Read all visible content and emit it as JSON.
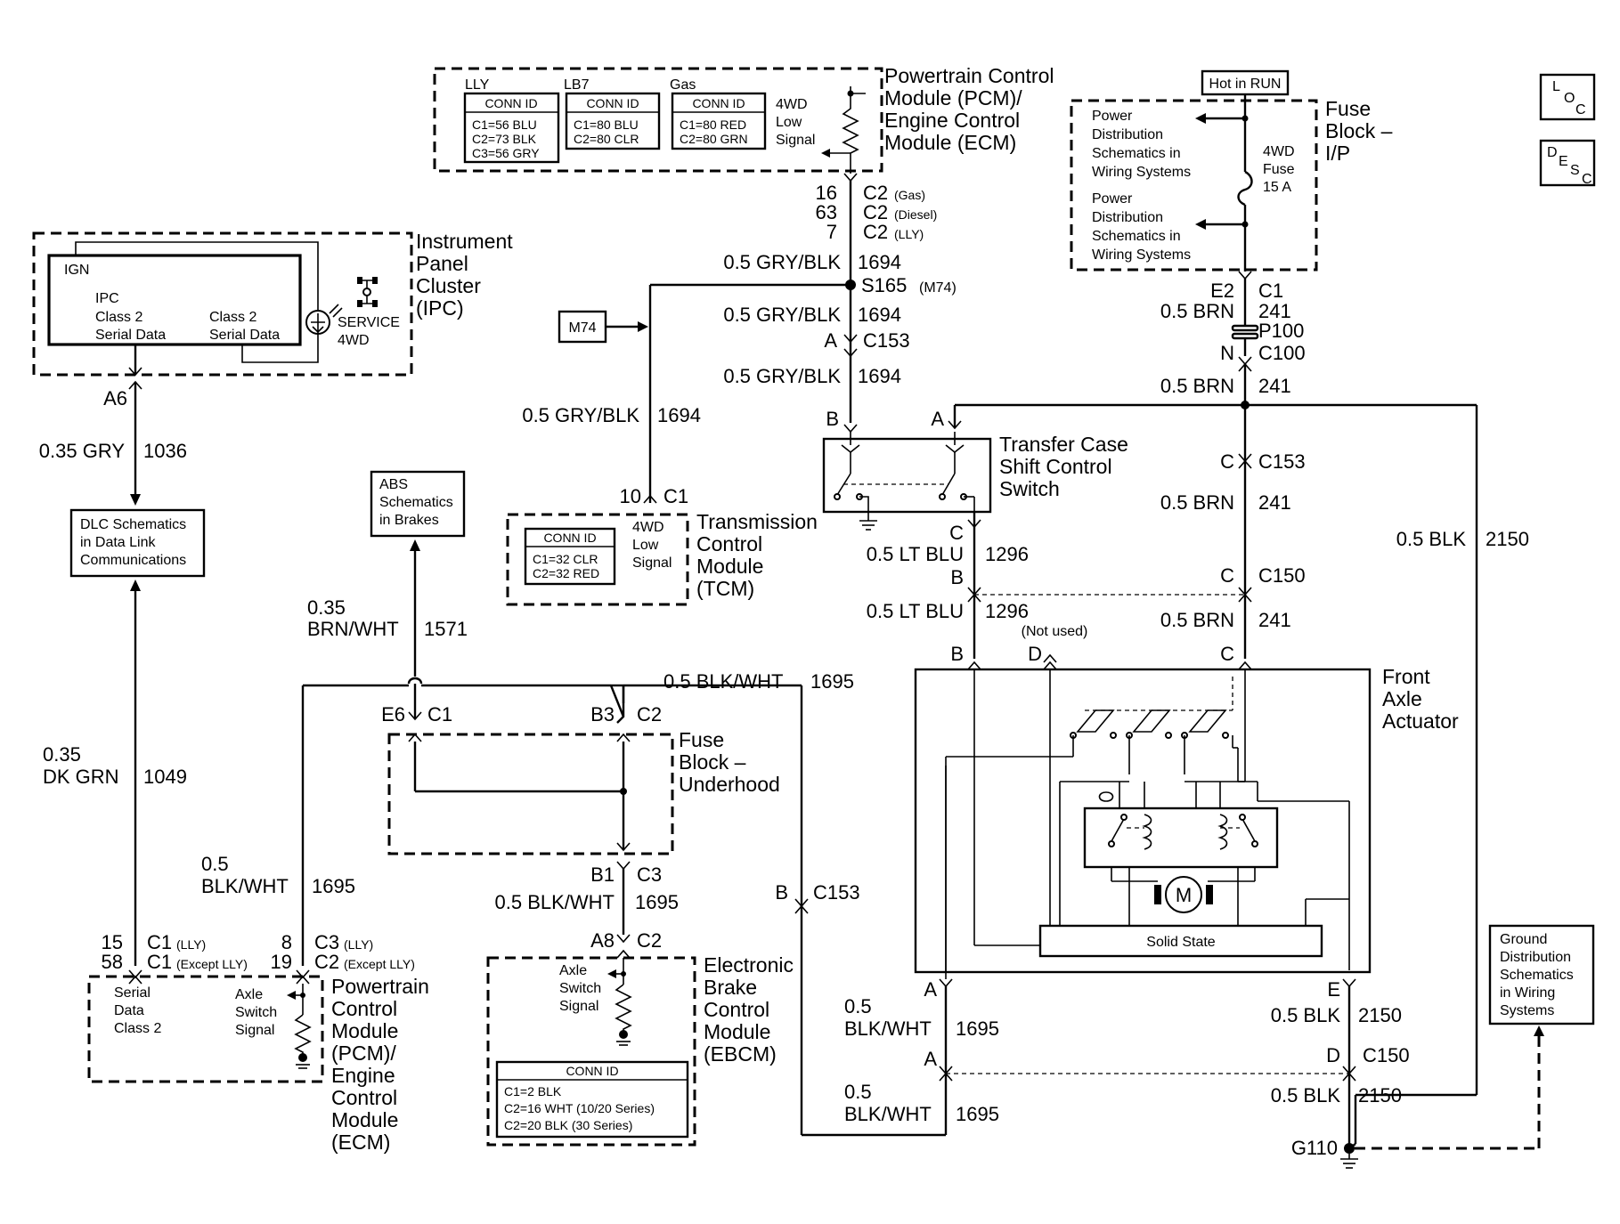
{
  "pcm_top": {
    "title": "Powertrain Control Module (PCM)/ Engine Control Module (ECM)",
    "title_lines": [
      "Powertrain Control",
      "Module (PCM)/",
      "Engine Control",
      "Module (ECM)"
    ],
    "lly_label": "LLY",
    "lb7_label": "LB7",
    "gas_label": "Gas",
    "conn_id": "CONN ID",
    "lly_lines": [
      "C1=56 BLU",
      "C2=73 BLK",
      "C3=56 GRY"
    ],
    "lb7_lines": [
      "C1=80 BLU",
      "C2=80 CLR"
    ],
    "gas_lines": [
      "C1=80 RED",
      "C2=80 GRN"
    ],
    "signal_lines": [
      "4WD",
      "Low",
      "Signal"
    ],
    "pins": [
      "16",
      "63",
      "7"
    ],
    "connectors": [
      {
        "c": "C2",
        "v": "(Gas)"
      },
      {
        "c": "C2",
        "v": "(Diesel)"
      },
      {
        "c": "C2",
        "v": "(LLY)"
      }
    ]
  },
  "fuse_ip": {
    "hot": "Hot in RUN",
    "title_lines": [
      "Fuse",
      "Block –",
      "I/P"
    ],
    "pd1_lines": [
      "Power",
      "Distribution",
      "Schematics in",
      "Wiring Systems"
    ],
    "pd2_lines": [
      "Power",
      "Distribution",
      "Schematics in",
      "Wiring Systems"
    ],
    "fuse_lines": [
      "4WD",
      "Fuse",
      "15 A"
    ]
  },
  "nav": {
    "loc": [
      "L",
      "O",
      "C"
    ],
    "desc": [
      "D",
      "E",
      "S",
      "C"
    ]
  },
  "ipc": {
    "title_lines": [
      "Instrument",
      "Panel",
      "Cluster",
      "(IPC)"
    ],
    "ign": "IGN",
    "left_lines": [
      "IPC",
      "Class 2",
      "Serial Data"
    ],
    "right_lines": [
      "Class 2",
      "Serial Data"
    ],
    "service_lines": [
      "SERVICE",
      "4WD"
    ],
    "pin": "A6"
  },
  "wires": {
    "gry_blk_1": "0.5 GRY/BLK",
    "c1694": "1694",
    "s165": "S165",
    "s165_note": "(M74)",
    "m74": "M74",
    "c153_pin": "A",
    "c153": "C153",
    "tcm_wire": "0.5 GRY/BLK",
    "tcm_circuit": "1694",
    "gry_1036": "0.35 GRY",
    "c1036": "1036",
    "dk_grn": [
      "0.35",
      "DK GRN"
    ],
    "c1049": "1049",
    "brn_wht": [
      "0.35",
      "BRN/WHT"
    ],
    "c1571": "1571",
    "blk_wht_top": "0.5 BLK/WHT",
    "c1695_top": "1695",
    "blk_wht_left": [
      "0.5",
      "BLK/WHT"
    ],
    "c1695_left": "1695",
    "blk_wht_mid": "0.5 BLK/WHT",
    "c1695_mid": "1695",
    "c153_b_pin": "B",
    "c153_b": "C153",
    "lt_blu": "0.5 LT BLU",
    "c1296": "1296",
    "brn": "0.5 BRN",
    "c241": "241",
    "blk": "0.5 BLK",
    "c2150": "2150",
    "blk_wht_right": [
      "0.5",
      "BLK/WHT"
    ],
    "c1695_right": "1695"
  },
  "fuse_ip_conn": {
    "e2": "E2",
    "c1": "C1",
    "p100": "P100",
    "n": "N",
    "c100": "C100"
  },
  "dlc": {
    "lines": [
      "DLC Schematics",
      "in Data Link",
      "Communications"
    ]
  },
  "abs": {
    "lines": [
      "ABS",
      "Schematics",
      "in Brakes"
    ]
  },
  "tcm": {
    "pin": "10",
    "conn": "C1",
    "title_lines": [
      "Transmission",
      "Control",
      "Module",
      "(TCM)"
    ],
    "conn_id": "CONN ID",
    "lines": [
      "C1=32 CLR",
      "C2=32 RED"
    ],
    "signal_lines": [
      "4WD",
      "Low",
      "Signal"
    ]
  },
  "tcs": {
    "title_lines": [
      "Transfer Case",
      "Shift Control",
      "Switch"
    ],
    "pin_b": "B",
    "pin_a": "A",
    "pin_c": "C"
  },
  "fuse_uh": {
    "title_lines": [
      "Fuse",
      "Block –",
      "Underhood"
    ],
    "e6": "E6",
    "c1": "C1",
    "b3": "B3",
    "c2": "C2",
    "b1": "B1",
    "c3": "C3"
  },
  "ebcm": {
    "a8": "A8",
    "c2": "C2",
    "title_lines": [
      "Electronic",
      "Brake",
      "Control",
      "Module",
      "(EBCM)"
    ],
    "signal_lines": [
      "Axle",
      "Switch",
      "Signal"
    ],
    "conn_id": "CONN ID",
    "lines": [
      "C1=2 BLK",
      "C2=16 WHT (10/20 Series)",
      "C2=20 BLK (30 Series)"
    ]
  },
  "pcm_bottom": {
    "pins_left": [
      "15",
      "58"
    ],
    "conn_left": [
      {
        "c": "C1",
        "v": "(LLY)"
      },
      {
        "c": "C1",
        "v": "(Except LLY)"
      }
    ],
    "pins_right": [
      "8",
      "19"
    ],
    "conn_right": [
      {
        "c": "C3",
        "v": "(LLY)"
      },
      {
        "c": "C2",
        "v": "(Except LLY)"
      }
    ],
    "serial_lines": [
      "Serial",
      "Data",
      "Class 2"
    ],
    "axle_lines": [
      "Axle",
      "Switch",
      "Signal"
    ],
    "title_lines": [
      "Powertrain",
      "Control",
      "Module",
      "(PCM)/",
      "Engine",
      "Control",
      "Module",
      "(ECM)"
    ]
  },
  "actuator": {
    "title_lines": [
      "Front",
      "Axle",
      "Actuator"
    ],
    "pin_b": "B",
    "pin_d": "D",
    "not_used": "(Not used)",
    "pin_c": "C",
    "solid_state": "Solid State",
    "motor": "M",
    "pin_a": "A",
    "pin_e": "E"
  },
  "c150": {
    "c": "C",
    "c150": "C150",
    "b": "B"
  },
  "c150_bottom": {
    "a": "A",
    "d": "D",
    "c150": "C150"
  },
  "ground": {
    "g110": "G110",
    "lines": [
      "Ground",
      "Distribution",
      "Schematics",
      "in Wiring",
      "Systems"
    ]
  },
  "c153_right": {
    "c": "C",
    "c153": "C153"
  }
}
